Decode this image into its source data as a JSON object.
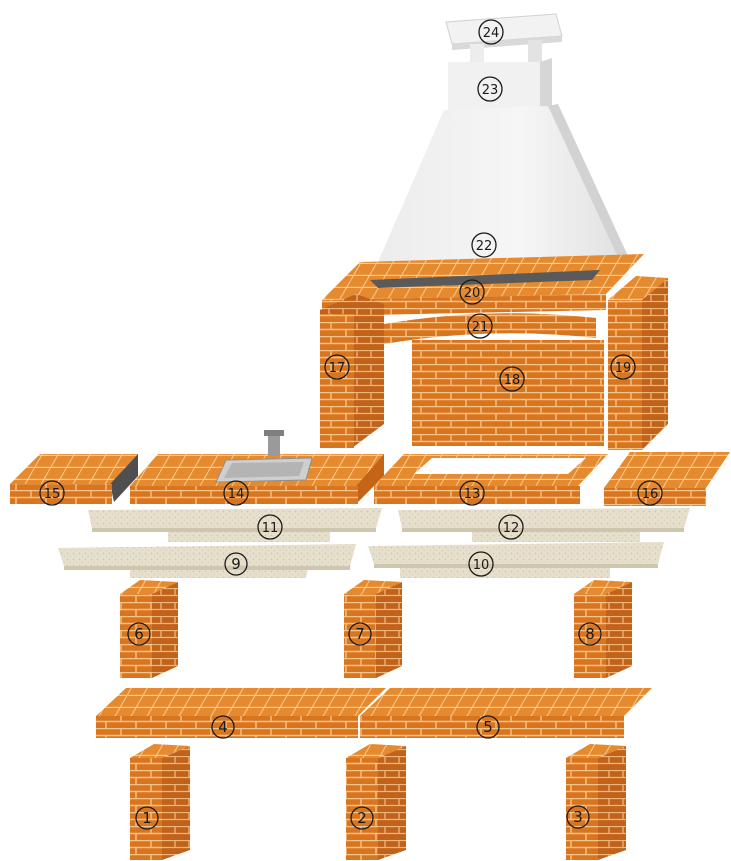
{
  "colors": {
    "brick_face": "#d9741f",
    "brick_top": "#e58a2e",
    "brick_side": "#b85a14",
    "mortar": "#f3c48a",
    "concrete_light": "#ede7d6",
    "concrete_dark": "#cfc6b0",
    "hood_light": "#f4f4f4",
    "hood_shade": "#d8d8d8",
    "label_ink": "#1a1a1a",
    "slot_dark": "#555555"
  },
  "parts": [
    {
      "id": "part-1",
      "label": "1"
    },
    {
      "id": "part-2",
      "label": "2"
    },
    {
      "id": "part-3",
      "label": "3"
    },
    {
      "id": "part-4",
      "label": "4"
    },
    {
      "id": "part-5",
      "label": "5"
    },
    {
      "id": "part-6",
      "label": "6"
    },
    {
      "id": "part-7",
      "label": "7"
    },
    {
      "id": "part-8",
      "label": "8"
    },
    {
      "id": "part-9",
      "label": "9"
    },
    {
      "id": "part-10",
      "label": "10"
    },
    {
      "id": "part-11",
      "label": "11"
    },
    {
      "id": "part-12",
      "label": "12"
    },
    {
      "id": "part-13",
      "label": "13"
    },
    {
      "id": "part-14",
      "label": "14"
    },
    {
      "id": "part-15",
      "label": "15"
    },
    {
      "id": "part-16",
      "label": "16"
    },
    {
      "id": "part-17",
      "label": "17"
    },
    {
      "id": "part-18",
      "label": "18"
    },
    {
      "id": "part-19",
      "label": "19"
    },
    {
      "id": "part-20",
      "label": "20"
    },
    {
      "id": "part-21",
      "label": "21"
    },
    {
      "id": "part-22",
      "label": "22"
    },
    {
      "id": "part-23",
      "label": "23"
    },
    {
      "id": "part-24",
      "label": "24"
    }
  ]
}
